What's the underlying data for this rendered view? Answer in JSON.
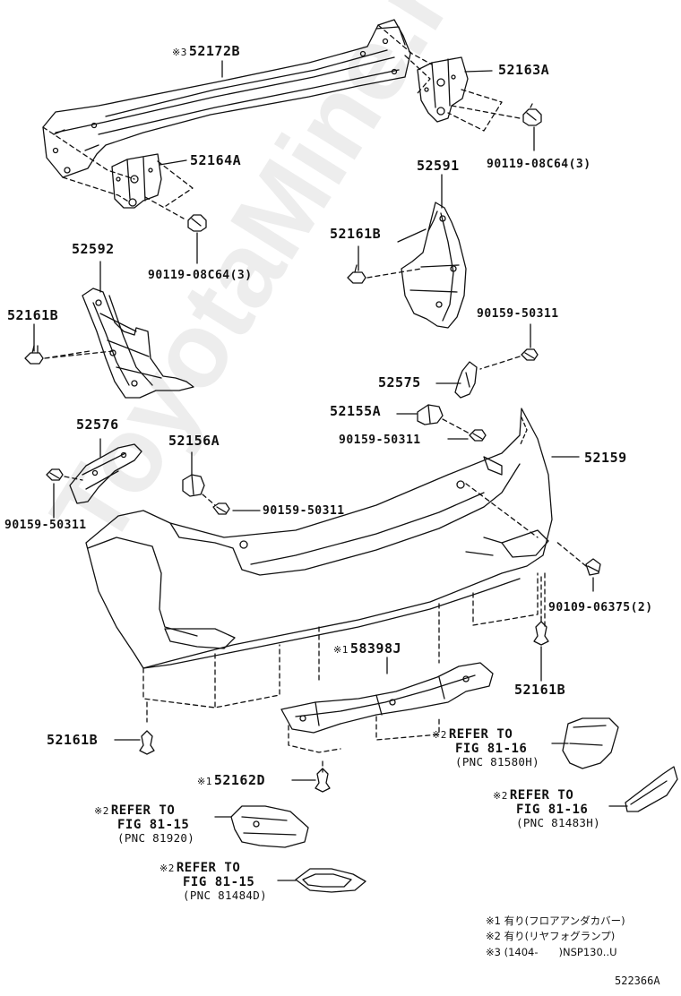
{
  "watermark": "ToyotaMine.ru",
  "labels": {
    "p52172B": {
      "mark": "※3",
      "part": "52172B"
    },
    "p52163A": {
      "part": "52163A"
    },
    "p90119a": {
      "part": "90119-08C64(3)"
    },
    "p52164A": {
      "part": "52164A"
    },
    "p52591": {
      "part": "52591"
    },
    "p52161B_a": {
      "part": "52161B"
    },
    "p90119b": {
      "part": "90119-08C64(3)"
    },
    "p52592": {
      "part": "52592"
    },
    "p52161B_b": {
      "part": "52161B"
    },
    "p90159a": {
      "part": "90159-50311"
    },
    "p52575": {
      "part": "52575"
    },
    "p52155A": {
      "part": "52155A"
    },
    "p90159b": {
      "part": "90159-50311"
    },
    "p52576": {
      "part": "52576"
    },
    "p52156A": {
      "part": "52156A"
    },
    "p52159": {
      "part": "52159"
    },
    "p90159c": {
      "part": "90159-50311"
    },
    "p90159d": {
      "part": "90159-50311"
    },
    "p90109": {
      "part": "90109-06375(2)"
    },
    "p58398J": {
      "mark": "※1",
      "part": "58398J"
    },
    "p52161B_c": {
      "part": "52161B"
    },
    "p52161B_d": {
      "part": "52161B"
    },
    "p52162D": {
      "mark": "※1",
      "part": "52162D"
    }
  },
  "refers": [
    {
      "mark": "※2",
      "line1": "REFER TO",
      "line2": "FIG 81-16",
      "line3": "(PNC 81580H)"
    },
    {
      "mark": "※2",
      "line1": "REFER TO",
      "line2": "FIG 81-16",
      "line3": "(PNC 81483H)"
    },
    {
      "mark": "※2",
      "line1": "REFER TO",
      "line2": "FIG 81-15",
      "line3": "(PNC 81920)"
    },
    {
      "mark": "※2",
      "line1": "REFER TO",
      "line2": "FIG 81-15",
      "line3": "(PNC 81484D)"
    }
  ],
  "notes": [
    "※1 有り(フロアアンダカバー)",
    "※2 有り(リヤフォグランプ)",
    "※3 (1404-　　)NSP130..U"
  ],
  "diagram_code": "522366A"
}
